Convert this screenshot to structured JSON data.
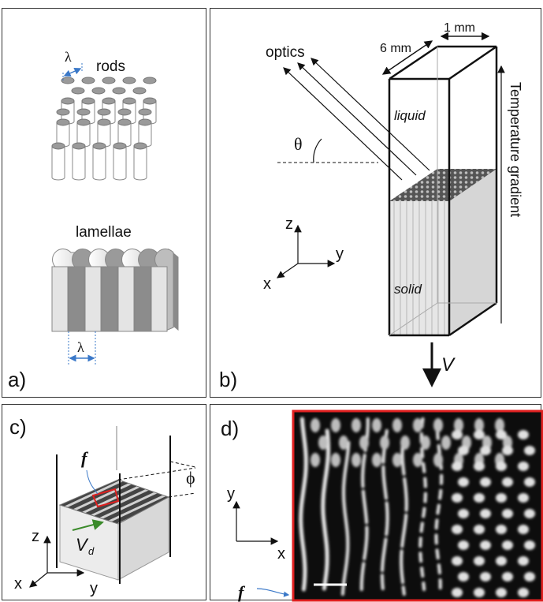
{
  "panel_a": {
    "label": "a)",
    "rods_label": "rods",
    "lamellae_label": "lamellae",
    "lambda_top": "λ",
    "lambda_bottom": "λ"
  },
  "panel_b": {
    "label": "b)",
    "width_label": "1 mm",
    "depth_label": "6 mm",
    "optics_label": "optics",
    "liquid_label": "liquid",
    "solid_label": "solid",
    "theta_label": "θ",
    "gradient_label": "Temperature gradient",
    "velocity_label": "V",
    "axis_z": "z",
    "axis_y": "y",
    "axis_x": "x"
  },
  "panel_c": {
    "label": "c)",
    "f_label": "f",
    "phi_label": "ϕ",
    "vd_label": "V",
    "vd_sub": "d",
    "axis_z": "z",
    "axis_y": "y",
    "axis_x": "x",
    "colors": {
      "f_color": "#a0521b",
      "vd_color": "#3a8a2a",
      "frame": "#e02020"
    }
  },
  "panel_d": {
    "label": "d)",
    "axis_y": "y",
    "axis_x": "x",
    "f_label": "f",
    "colors": {
      "frame": "#e02020",
      "f_color": "#a0521b",
      "arrow": "#3a78c8"
    }
  }
}
